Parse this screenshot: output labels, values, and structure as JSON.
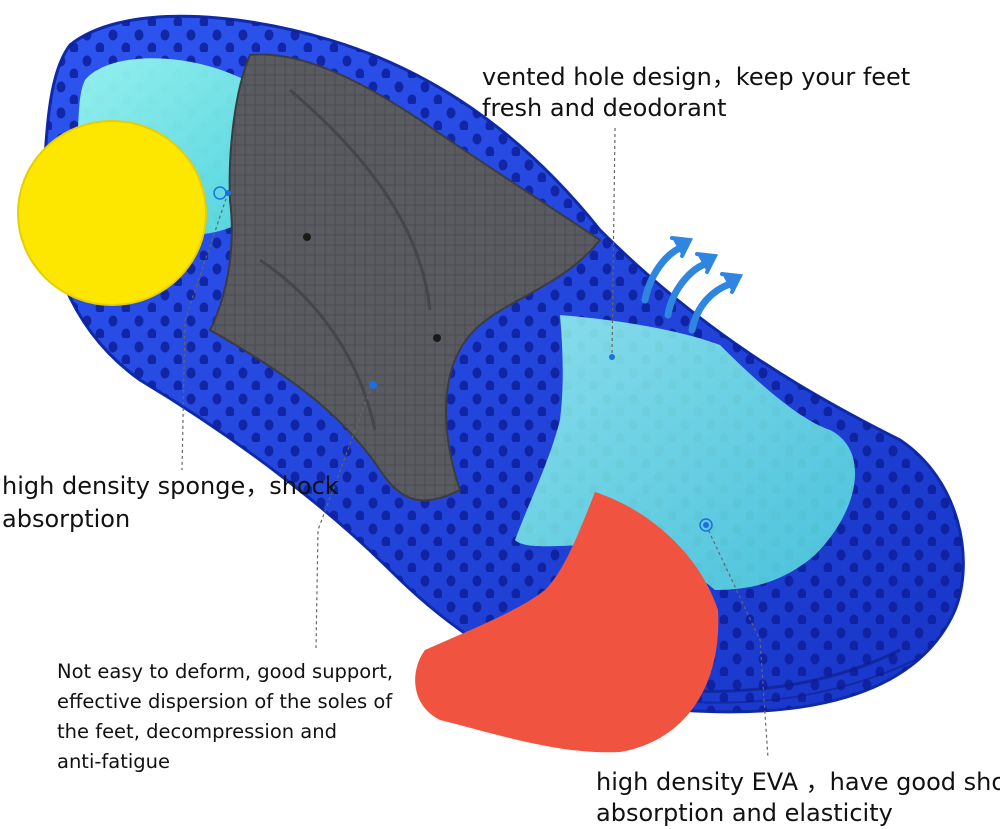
{
  "annotations": {
    "vent": {
      "line1": "vented hole design，keep your feet",
      "line2": "fresh and deodorant"
    },
    "sponge": {
      "line1": "high density sponge，shock",
      "line2": "absorption"
    },
    "support": {
      "line1": "Not easy to deform, good support,",
      "line2": "effective dispersion of the soles of",
      "line3": "the feet, decompression and",
      "line4": "anti-fatigue"
    },
    "eva": {
      "line1": "high density EVA ，have good shock",
      "line2": "absorption and elasticity"
    }
  },
  "colors": {
    "insole_blue": "#1f3fd6",
    "insole_blue_dark": "#0d1f9a",
    "gel_cyan": "#7ff0e6",
    "arch_gray": "#58595e",
    "heel_pad_yellow": "#fde600",
    "forefoot_pad_red": "#f0533f",
    "arrow_blue": "#2f86e0",
    "marker_blue": "#1e6fe0"
  },
  "icons": [
    "vent-airflow-arrow-icon",
    "callout-marker-icon"
  ]
}
